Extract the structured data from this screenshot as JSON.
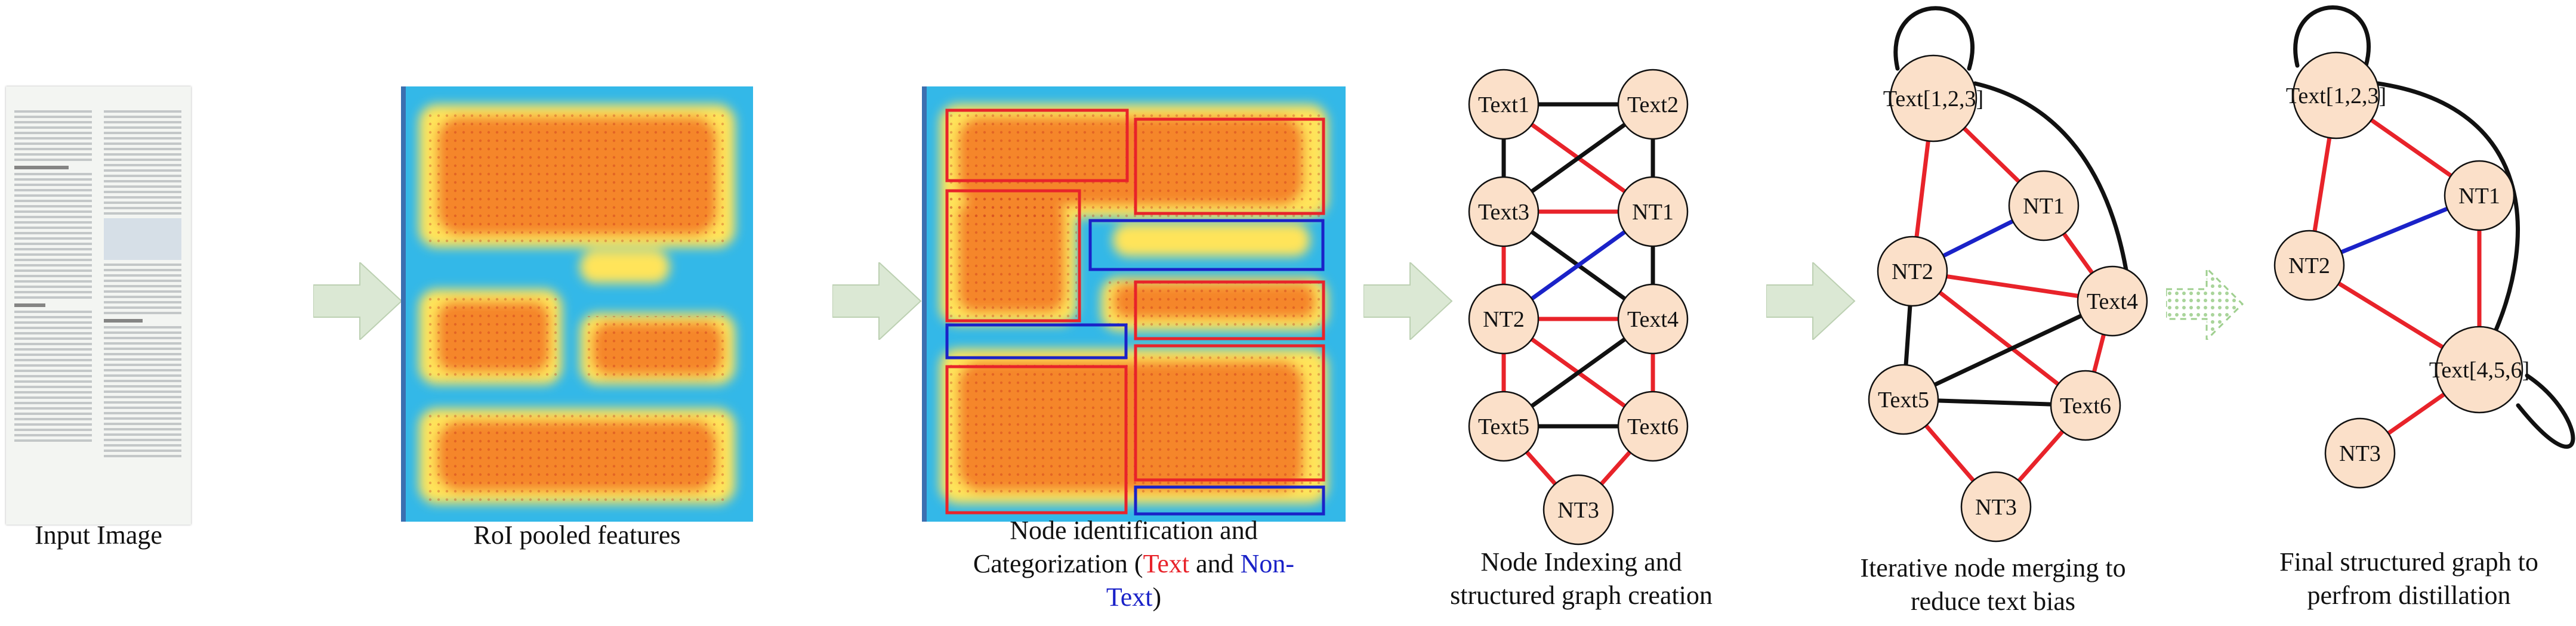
{
  "captions": {
    "input": "Input Image",
    "roi": "RoI pooled features",
    "node_id_line1": "Node identification and",
    "node_id_line2_a": "Categorization (",
    "node_id_text": "Text",
    "node_id_and": " and ",
    "node_id_non": "Non-",
    "node_id_line3_a": "Text",
    "node_id_line3_b": ")",
    "indexing_line1": "Node Indexing and",
    "indexing_line2": "structured graph creation",
    "merging_line1": "Iterative node merging to",
    "merging_line2": "reduce text bias",
    "final_line1": "Final structured graph to",
    "final_line2": "perfrom distillation"
  },
  "colors": {
    "text_edge": "#e8232a",
    "nontext_edge": "#1a22c8",
    "plain_edge": "#111111",
    "node_fill": "#fbe0c9",
    "arrow_fill": "#dbe8d4",
    "text_label": "#e8232a",
    "nontext_label": "#1a22c8"
  },
  "graph1": {
    "nodes": {
      "Text1": "Text1",
      "Text2": "Text2",
      "Text3": "Text3",
      "NT1": "NT1",
      "NT2": "NT2",
      "Text4": "Text4",
      "Text5": "Text5",
      "Text6": "Text6",
      "NT3": "NT3"
    }
  },
  "graph2": {
    "nodes": {
      "Text123": "Text[1,2,3]",
      "NT1": "NT1",
      "NT2": "NT2",
      "Text4": "Text4",
      "Text5": "Text5",
      "Text6": "Text6",
      "NT3": "NT3"
    }
  },
  "graph3": {
    "nodes": {
      "Text123": "Text[1,2,3]",
      "NT1": "NT1",
      "NT2": "NT2",
      "Text456": "Text[4,5,6]",
      "NT3": "NT3"
    }
  }
}
